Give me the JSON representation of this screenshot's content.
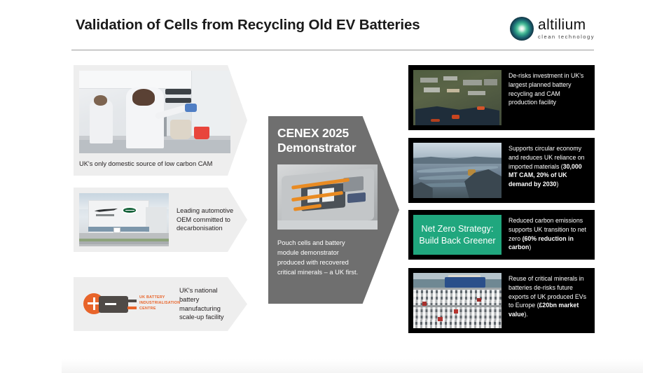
{
  "header": {
    "title": "Validation of Cells from Recycling Old EV Batteries",
    "logo_name": "altilium",
    "logo_tagline": "clean technology"
  },
  "left_column": [
    {
      "caption": "UK's only domestic source of low carbon CAM",
      "image": "laboratory-scientists-photo"
    },
    {
      "caption": "Leading automotive OEM committed to decarbonisation",
      "image": "jaguar-land-rover-factory-photo"
    },
    {
      "caption": "UK's national battery manufacturing scale-up facility",
      "logo_line1": "UK BATTERY",
      "logo_line2": "INDUSTRIALISATION",
      "logo_line3": "CENTRE",
      "image": "ukbic-logo"
    }
  ],
  "center": {
    "title": "CENEX 2025\nDemonstrator",
    "caption": "Pouch cells and battery module demonstrator produced with recovered critical minerals – a UK first.",
    "image": "ev-battery-module-photo",
    "background_color": "#6f6f6f"
  },
  "right_column": [
    {
      "text_plain": "De-risks investment in UK's largest planned battery recycling and CAM production facility",
      "text_normal": "De-risks investment in UK's largest planned battery recycling and CAM production facility",
      "text_bold": "",
      "text_tail": "",
      "image": "aerial-industrial-port-photo"
    },
    {
      "text_plain": "Supports circular economy and reduces UK reliance on imported materials (30,000 MT CAM, 20% of UK demand by 2030)",
      "text_normal": "Supports circular economy and reduces UK reliance on imported materials (",
      "text_bold": "30,000 MT CAM, 20% of UK demand by 2030",
      "text_tail": ")",
      "image": "open-pit-mine-photo"
    },
    {
      "text_plain": "Reduced carbon emissions supports UK transition to net zero (60% reduction in carbon)",
      "text_normal": "Reduced carbon emissions supports UK transition to net zero ",
      "text_bold": "(60% reduction in carbon",
      "text_tail": ")",
      "panel_label": "Net Zero Strategy: Build Back Greener",
      "panel_color": "#20a77e"
    },
    {
      "text_plain": "Reuse of critical minerals in batteries de-risks future exports of UK produced EVs to Europe (£20bn market value).",
      "text_normal": "Reuse of critical minerals in batteries de-risks future exports of UK produced EVs to Europe (",
      "text_bold": "£20bn market value",
      "text_tail": ").",
      "image": "car-export-port-photo"
    }
  ]
}
